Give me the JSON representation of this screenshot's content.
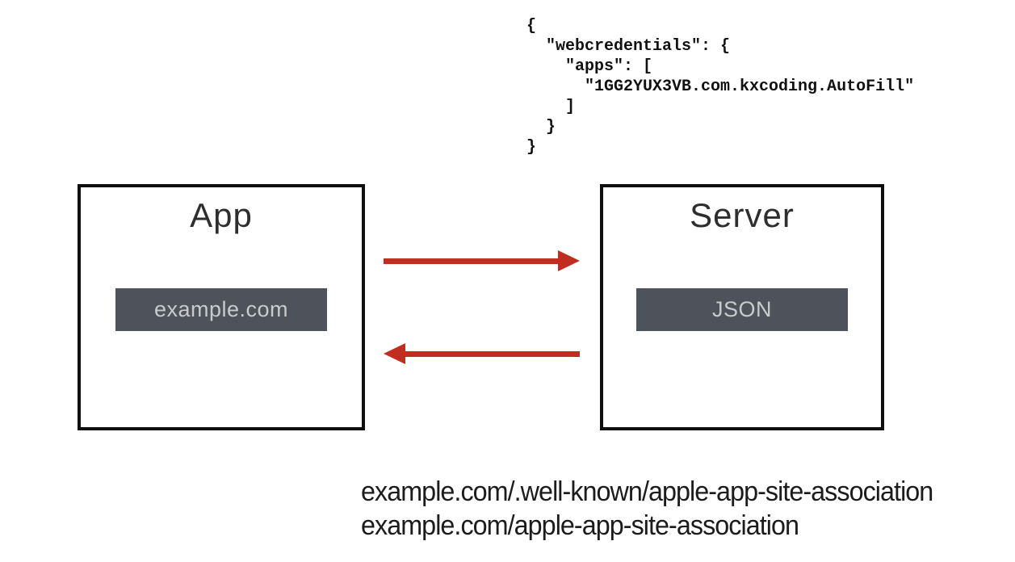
{
  "code_block": {
    "description": "apple-app-site-association JSON",
    "lines": [
      "{",
      "  \"webcredentials\": {",
      "    \"apps\": [",
      "      \"1GG2YUX3VB.com.kxcoding.AutoFill\"",
      "    ]",
      "  }",
      "}"
    ]
  },
  "app_box": {
    "title": "App",
    "inner_label": "example.com"
  },
  "server_box": {
    "title": "Server",
    "inner_label": "JSON"
  },
  "arrows": {
    "request_direction": "right",
    "response_direction": "left"
  },
  "urls": {
    "line1": "example.com/.well-known/apple-app-site-association",
    "line2": "example.com/apple-app-site-association"
  },
  "colors": {
    "box_border": "#0f0f0f",
    "dark_chip_background": "#4e535b",
    "dark_chip_text": "#c8cacc",
    "arrow_red": "#c22d22",
    "title_text": "#2e2e2e",
    "url_text": "#1c1c1c",
    "code_text": "#111111",
    "background": "#ffffff"
  }
}
